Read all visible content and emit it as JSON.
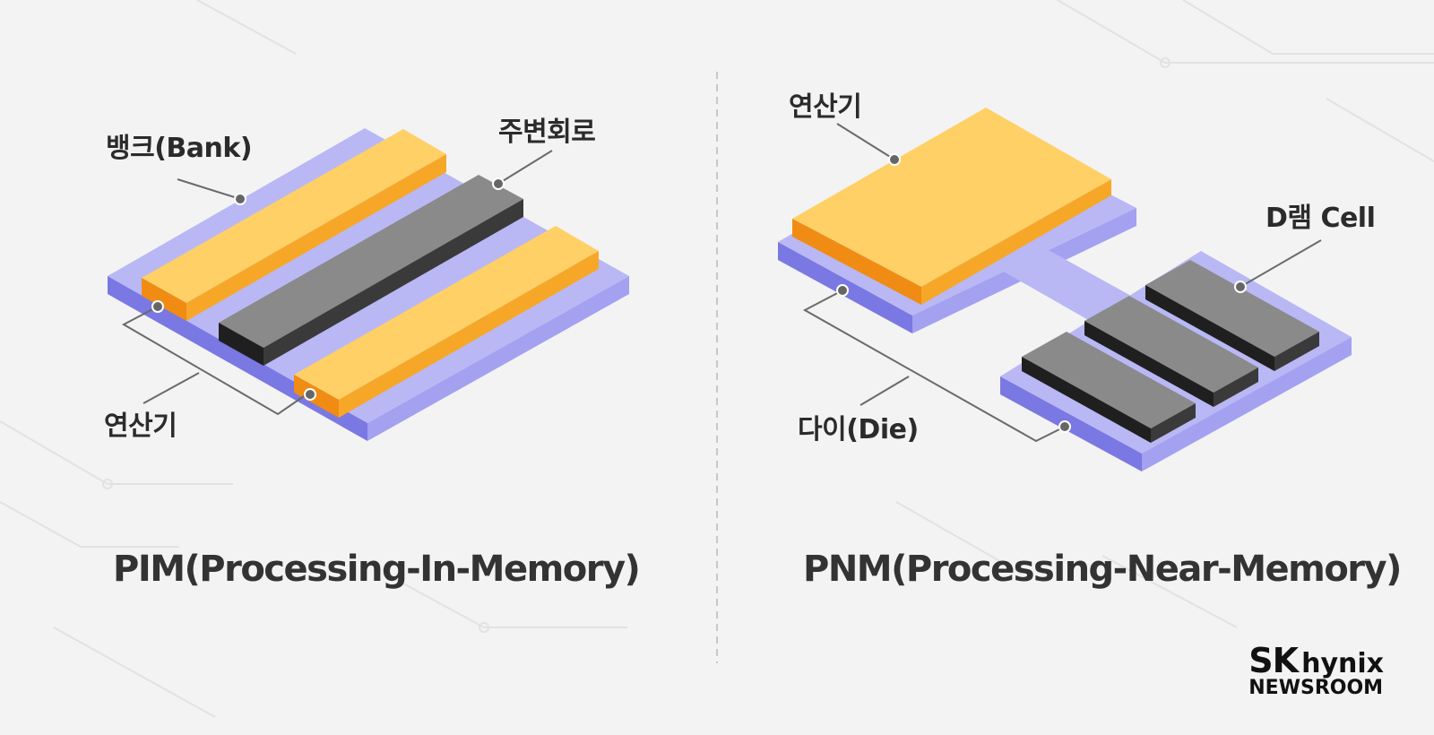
{
  "pim": {
    "title": "PIM(Processing-In-Memory)",
    "labels": {
      "bank": "뱅크(Bank)",
      "periphery": "주변회로",
      "processor": "연산기"
    }
  },
  "pnm": {
    "title": "PNM(Processing-Near-Memory)",
    "labels": {
      "processor": "연산기",
      "dram_cell": "D램 Cell",
      "die": "다이(Die)"
    }
  },
  "logo": {
    "brand": "SK",
    "product": "hynix",
    "sub": "NEWSROOM"
  },
  "colors": {
    "background": "#f3f3f3",
    "die": "#b9b8f5",
    "die_side": "#8b89e6",
    "bank_top": "#fed066",
    "bank_side": "#f08c13",
    "gray_top": "#8c8c8c",
    "gray_side": "#2a2a2a",
    "leader": "#555555"
  }
}
